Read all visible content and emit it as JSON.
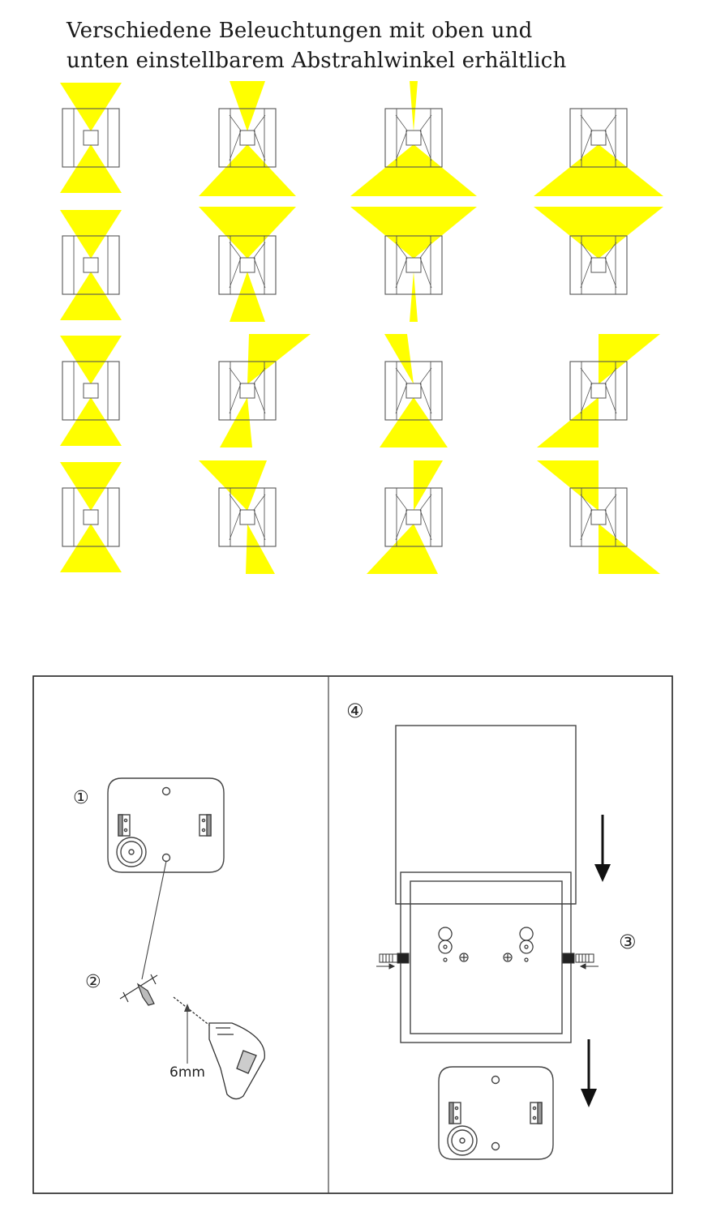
{
  "headline": {
    "line1": "Verschiedene Beleuchtungen mit oben und",
    "line2": "unten einstellbarem Abstrahlwinkel erhältlich"
  },
  "beam_color": "#ffff00",
  "outline_color": "#555555",
  "installation": {
    "step1": "①",
    "step2": "②",
    "step3": "③",
    "step4": "④",
    "drill_label": "6mm"
  }
}
